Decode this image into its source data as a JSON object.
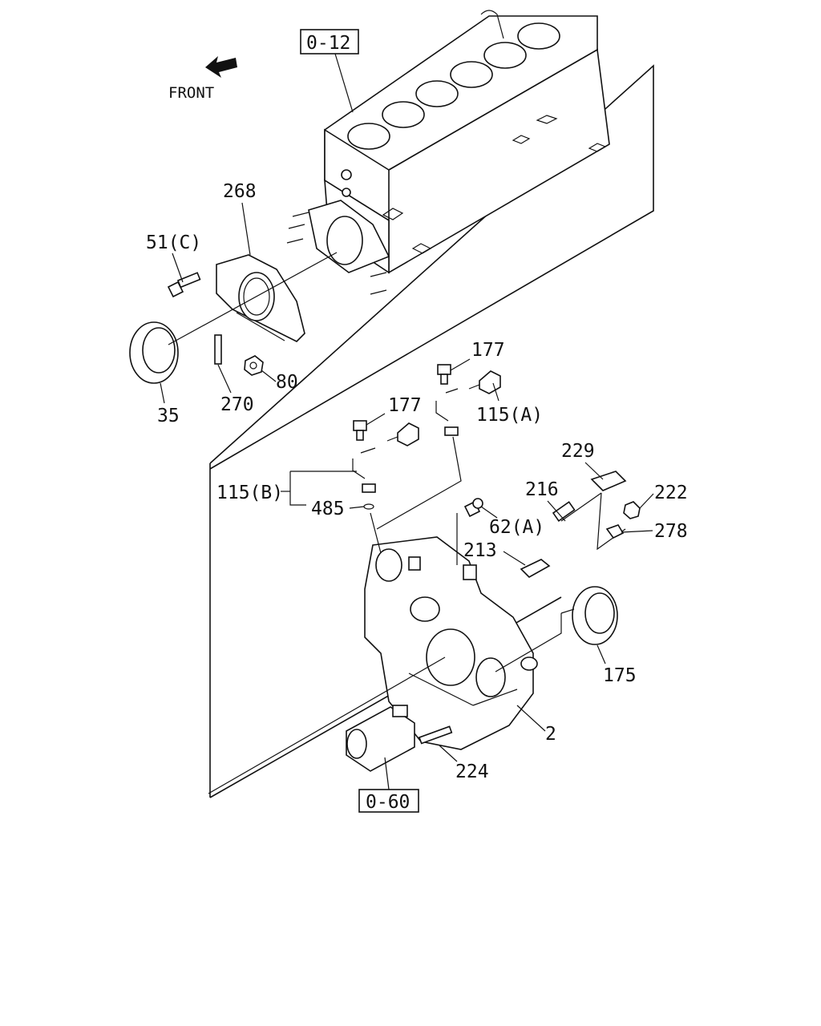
{
  "front_label": "FRONT",
  "refs": {
    "top_ref": "0-12",
    "bottom_ref": "0-60"
  },
  "callouts": {
    "p268": "268",
    "p51c": "51(C)",
    "p35": "35",
    "p270": "270",
    "p80": "80",
    "p177a": "177",
    "p177b": "177",
    "p115a": "115(A)",
    "p115b": "115(B)",
    "p485": "485",
    "p229": "229",
    "p216": "216",
    "p222": "222",
    "p62a": "62(A)",
    "p278": "278",
    "p213": "213",
    "p175": "175",
    "p2": "2",
    "p224": "224"
  }
}
